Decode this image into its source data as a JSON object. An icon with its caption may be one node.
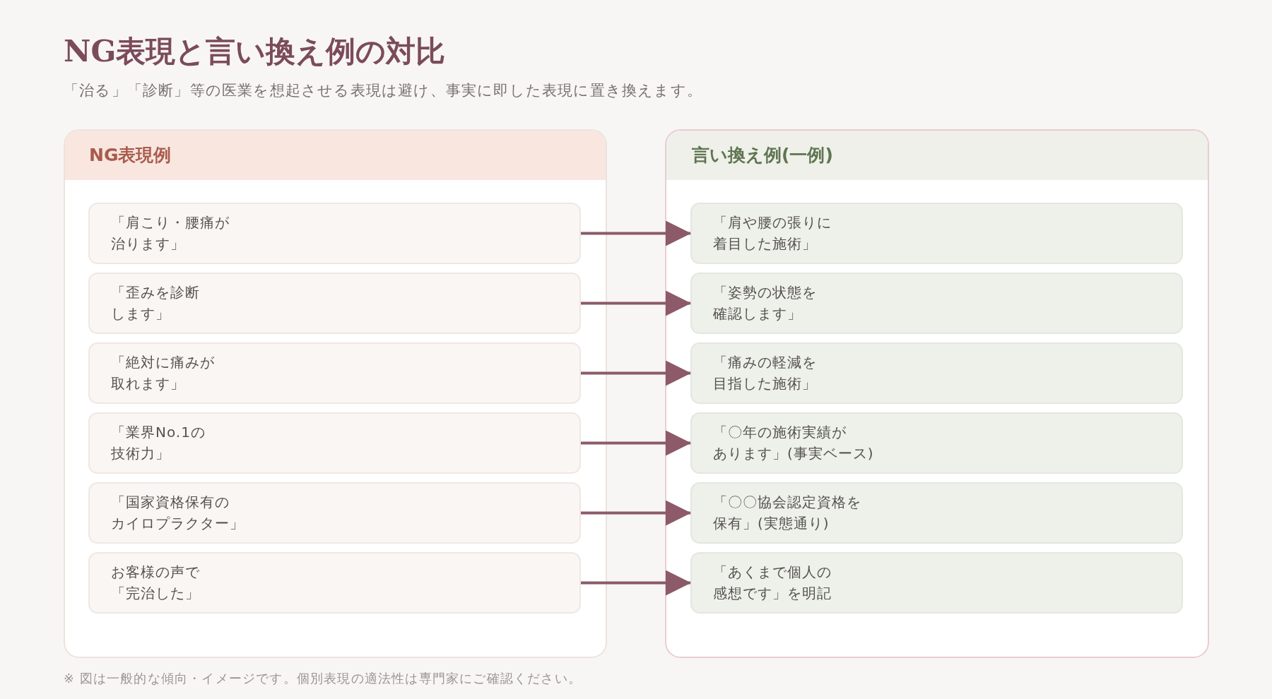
{
  "diagram": {
    "title": "NG表現と言い換え例の対比",
    "nodes": [
      {
        "text": [
          "NG表現例"
        ]
      },
      {
        "text": [
          "「肩こり・腰痛が治ります」"
        ],
        "in": 0
      },
      {
        "text": [
          "「歪みを診断します」"
        ],
        "in": 0
      },
      {
        "text": [
          "「絶対に痛みが取れます」"
        ],
        "in": 0
      },
      {
        "text": [
          "「業界No.1の技術力」"
        ],
        "in": 0
      },
      {
        "text": [
          "「国家資格保有のカイロプラクター」"
        ],
        "in": 0
      },
      {
        "text": [
          "お客様の声で「完治した」"
        ],
        "in": 0
      },
      {
        "text": [
          "言い換え例(一例)"
        ]
      },
      {
        "text": [
          "「肩や腰の張りに着目した施術」"
        ],
        "in": 7
      },
      {
        "text": [
          "「姿勢の状態を確認します」"
        ],
        "in": 7
      },
      {
        "text": [
          "「痛みの軽減を目指した施術」"
        ],
        "in": 7
      },
      {
        "text": [
          "「〇年の施術実績があります」(事実ベース)"
        ],
        "in": 7
      },
      {
        "text": [
          "「〇〇協会認定資格を保有」(実態通り)"
        ],
        "in": 7
      },
      {
        "text": [
          "「あくまで個人の感想です」を明記"
        ],
        "in": 7
      }
    ],
    "edges": [
      {
        "from": 1,
        "to": 8,
        "arrow": "to"
      },
      {
        "from": 2,
        "to": 9,
        "arrow": "to"
      },
      {
        "from": 3,
        "to": 10,
        "arrow": "to"
      },
      {
        "from": 4,
        "to": 11,
        "arrow": "to"
      },
      {
        "from": 5,
        "to": 12,
        "arrow": "to"
      },
      {
        "from": 6,
        "to": 13,
        "arrow": "to"
      }
    ],
    "labels": [
      "「治る」「診断」等の医業を想起させる表現は避け、事実に即した表現に置き換えます。",
      "※ 図は一般的な傾向・イメージです。個別表現の適法性は専門家にご確認ください。"
    ]
  }
}
